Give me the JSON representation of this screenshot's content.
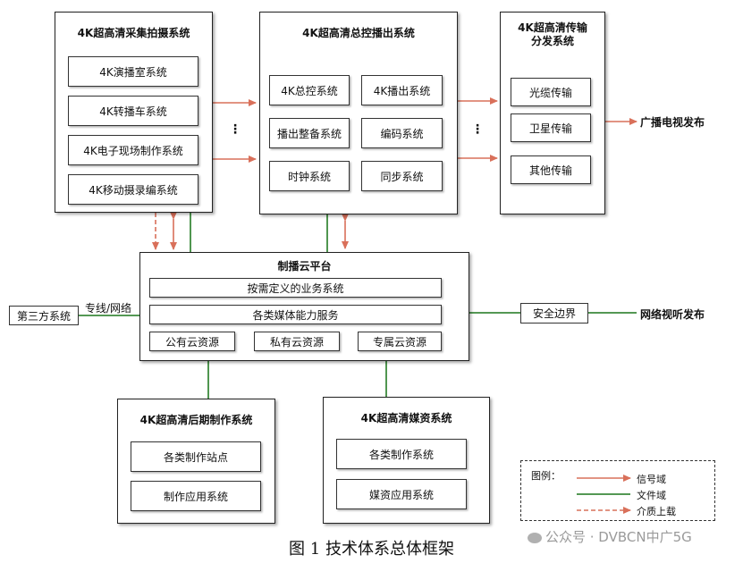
{
  "capture": {
    "title": "4K超高清采集拍摄系统",
    "items": [
      "4K演播室系统",
      "4K转播车系统",
      "4K电子现场制作系统",
      "4K移动摄录编系统"
    ]
  },
  "playout": {
    "title": "4K超高清总控播出系统",
    "items": [
      "4K总控系统",
      "4K播出系统",
      "播出整备系统",
      "编码系统",
      "时钟系统",
      "同步系统"
    ]
  },
  "transmission": {
    "title_line1": "4K超高清传输",
    "title_line2": "分发系统",
    "items": [
      "光缆传输",
      "卫星传输",
      "其他传输"
    ]
  },
  "broadcast_label": "广播电视发布",
  "cloud": {
    "title": "制播云平台",
    "service1": "按需定义的业务系统",
    "service2": "各类媒体能力服务",
    "clouds": [
      "公有云资源",
      "私有云资源",
      "专属云资源"
    ]
  },
  "third_party": "第三方系统",
  "line_label": "专线/网络",
  "security": "安全边界",
  "network_label": "网络视听发布",
  "post": {
    "title": "4K超高清后期制作系统",
    "items": [
      "各类制作站点",
      "制作应用系统"
    ]
  },
  "media": {
    "title": "4K超高清媒资系统",
    "items": [
      "各类制作系统",
      "媒资应用系统"
    ]
  },
  "legend": {
    "title": "图例：",
    "items": [
      "信号域",
      "文件域",
      "介质上载"
    ]
  },
  "ellipsis": "⋮",
  "caption": "图 1  技术体系总体框架",
  "watermark": "公众号 · DVBCN中广5G",
  "colors": {
    "signal": "#d9705a",
    "file": "#3c8a3c",
    "media": "#d9705a"
  }
}
